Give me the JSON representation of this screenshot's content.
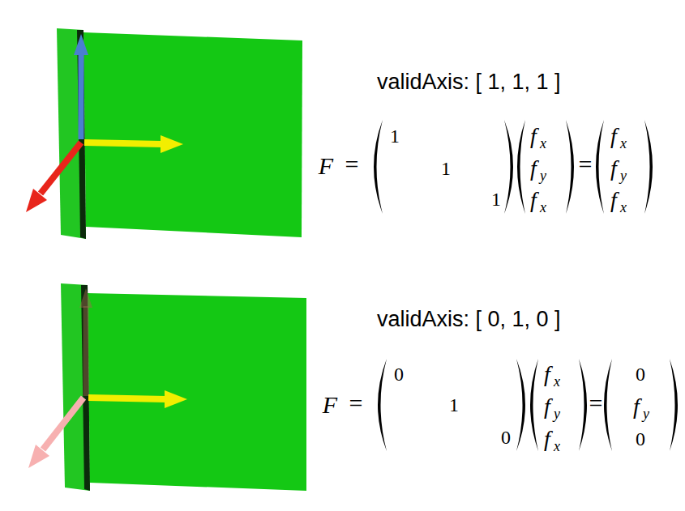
{
  "diagram": {
    "labels": [
      "validAxis: [ 1, 1, 1 ]",
      "F",
      "=",
      "1",
      "1",
      "1",
      "f",
      "x",
      "f",
      "y",
      "f",
      "x",
      "=",
      "f",
      "x",
      "f",
      "y",
      "f",
      "x",
      "validAxis: [ 0, 1, 0 ]",
      "F",
      "=",
      "0",
      "1",
      "0",
      "f",
      "x",
      "f",
      "y",
      "f",
      "x",
      "=",
      "0",
      "f",
      "y",
      "0"
    ]
  }
}
